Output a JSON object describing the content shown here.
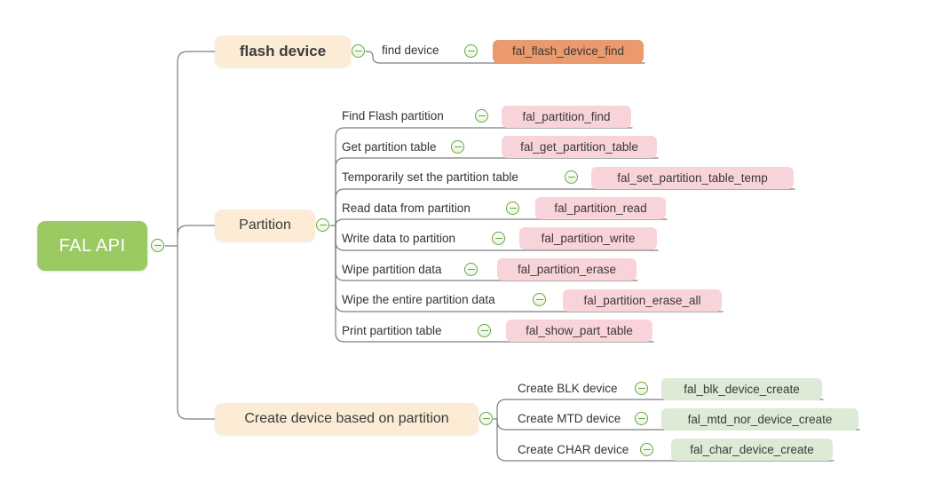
{
  "root": {
    "label": "FAL API"
  },
  "branches": [
    {
      "label": "flash device",
      "children": [
        {
          "label": "find device",
          "func": "fal_flash_device_find"
        }
      ]
    },
    {
      "label": "Partition",
      "children": [
        {
          "label": "Find Flash partition",
          "func": "fal_partition_find"
        },
        {
          "label": "Get partition table",
          "func": "fal_get_partition_table"
        },
        {
          "label": "Temporarily set the partition table",
          "func": "fal_set_partition_table_temp"
        },
        {
          "label": "Read data from partition",
          "func": "fal_partition_read"
        },
        {
          "label": "Write data to partition",
          "func": "fal_partition_write"
        },
        {
          "label": "Wipe partition data",
          "func": "fal_partition_erase"
        },
        {
          "label": "Wipe the entire partition data",
          "func": "fal_partition_erase_all"
        },
        {
          "label": "Print partition table",
          "func": "fal_show_part_table"
        }
      ]
    },
    {
      "label": "Create device based on partition",
      "children": [
        {
          "label": "Create BLK device",
          "func": "fal_blk_device_create"
        },
        {
          "label": "Create MTD device",
          "func": "fal_mtd_nor_device_create"
        },
        {
          "label": "Create CHAR device",
          "func": "fal_char_device_create"
        }
      ]
    }
  ],
  "icons": {
    "collapse": "minus-circle"
  },
  "colors": {
    "root-green": "#9BCA63",
    "topic-cream": "#FCEBD5",
    "func-orange": "#EA9A6D",
    "func-pink": "#F9D3DA",
    "func-green": "#DCEAD6",
    "icon-green": "#62A83E",
    "line-gray": "#7D7D7D"
  }
}
